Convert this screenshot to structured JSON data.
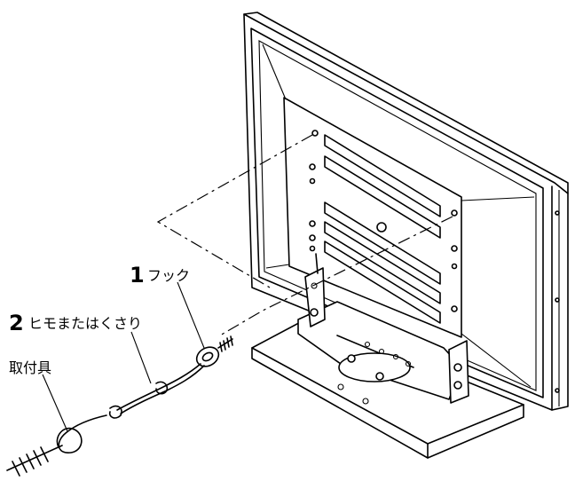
{
  "labels": {
    "hook_number": "1",
    "hook_text": "フック",
    "cord_number": "2",
    "cord_text": "ヒモまたはくさり",
    "fixture_text": "取付具"
  },
  "icons": [
    "tv-rear-panel",
    "tv-stand",
    "hook",
    "cord",
    "wall-fixture"
  ]
}
